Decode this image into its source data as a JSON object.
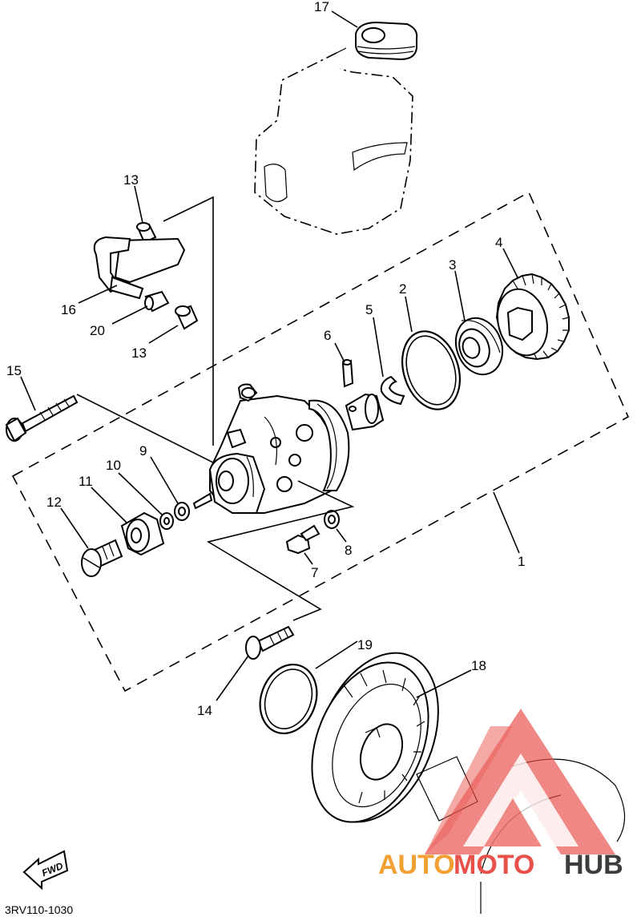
{
  "diagram": {
    "callouts": [
      {
        "label": "17"
      },
      {
        "label": "13"
      },
      {
        "label": "16"
      },
      {
        "label": "20"
      },
      {
        "label": "13"
      },
      {
        "label": "15"
      },
      {
        "label": "6"
      },
      {
        "label": "5"
      },
      {
        "label": "2"
      },
      {
        "label": "3"
      },
      {
        "label": "4"
      },
      {
        "label": "9"
      },
      {
        "label": "10"
      },
      {
        "label": "11"
      },
      {
        "label": "12"
      },
      {
        "label": "8"
      },
      {
        "label": "7"
      },
      {
        "label": "1"
      },
      {
        "label": "19"
      },
      {
        "label": "18"
      },
      {
        "label": "14"
      }
    ],
    "fwd_label": "FWD",
    "drawing_code": "3RV110-1030"
  },
  "watermark": {
    "brand_part1": "AUTO",
    "brand_part2": "MOTO",
    "brand_part3": "HUB",
    "color_red": "#e8504a",
    "color_orange": "#f2a033",
    "color_dark": "#3d3d3d"
  }
}
